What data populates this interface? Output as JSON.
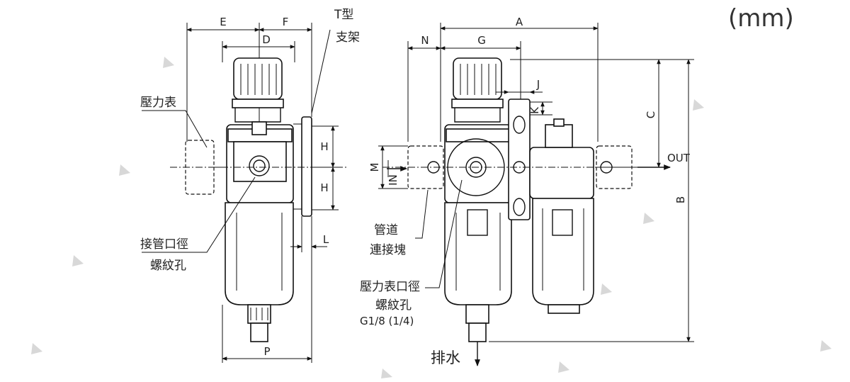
{
  "unit": "(mm)",
  "left_view": {
    "dims": {
      "E": "E",
      "F": "F",
      "D": "D",
      "H1": "H",
      "H2": "H",
      "L": "L",
      "P": "P"
    },
    "bracket_label_1": "T型",
    "bracket_label_2": "支架",
    "gauge_label": "壓力表",
    "port_label_1": "接管口徑",
    "port_label_2": "螺紋孔"
  },
  "right_view": {
    "dims": {
      "A": "A",
      "N": "N",
      "G": "G",
      "J": "J",
      "K": "K",
      "C": "C",
      "B": "B",
      "M": "M"
    },
    "in_label": "IN",
    "out_label": "OUT",
    "spacer_label_1": "管道",
    "spacer_label_2": "連接塊",
    "gauge_port_label_1": "壓力表口徑",
    "gauge_port_label_2": "螺紋孔",
    "gauge_port_size": "G1/8 (1/4)",
    "drain_label": "排水"
  }
}
